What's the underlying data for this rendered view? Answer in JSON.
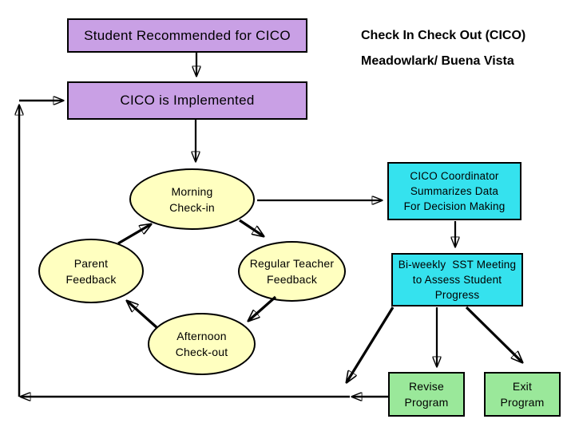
{
  "header": {
    "title": "Check In Check Out (CICO)",
    "subtitle": "Meadowlark/ Buena Vista"
  },
  "nodes": {
    "student": {
      "label": "Student Recommended for CICO"
    },
    "implemented": {
      "label": "CICO is Implemented"
    },
    "morning": {
      "lines": [
        "Morning",
        "Check-in"
      ]
    },
    "parent": {
      "lines": [
        "Parent",
        "Feedback"
      ]
    },
    "teacher": {
      "lines": [
        "Regular Teacher",
        "Feedback"
      ]
    },
    "afternoon": {
      "lines": [
        "Afternoon",
        "Check-out"
      ]
    },
    "coordinator": {
      "lines": [
        "CICO Coordinator",
        "Summarizes Data",
        "For Decision Making"
      ]
    },
    "sst_meeting": {
      "lines": [
        "Bi-weekly  SST Meeting",
        "to Assess Student",
        "Progress"
      ]
    },
    "revise": {
      "lines": [
        "Revise",
        "Program"
      ]
    },
    "exit": {
      "lines": [
        "Exit",
        "Program"
      ]
    }
  },
  "flow": {
    "edges": [
      {
        "from": "student",
        "to": "implemented"
      },
      {
        "from": "implemented",
        "to": "morning"
      },
      {
        "from": "morning",
        "to": "coordinator"
      },
      {
        "from": "morning",
        "to": "teacher"
      },
      {
        "from": "teacher",
        "to": "afternoon"
      },
      {
        "from": "afternoon",
        "to": "parent"
      },
      {
        "from": "parent",
        "to": "morning"
      },
      {
        "from": "coordinator",
        "to": "sst_meeting"
      },
      {
        "from": "sst_meeting",
        "to": "revise"
      },
      {
        "from": "sst_meeting",
        "to": "exit"
      },
      {
        "from": "sst_meeting",
        "to": "implemented",
        "via": "left-feedback-loop"
      },
      {
        "from": "revise",
        "to": "implemented",
        "via": "left-feedback-loop"
      }
    ]
  },
  "colors": {
    "process_fill": "#c9a0e5",
    "cycle_fill": "#ffffc0",
    "data_fill": "#35e2ee",
    "outcome_fill": "#9ae89a",
    "line": "#000000",
    "background": "#ffffff"
  }
}
